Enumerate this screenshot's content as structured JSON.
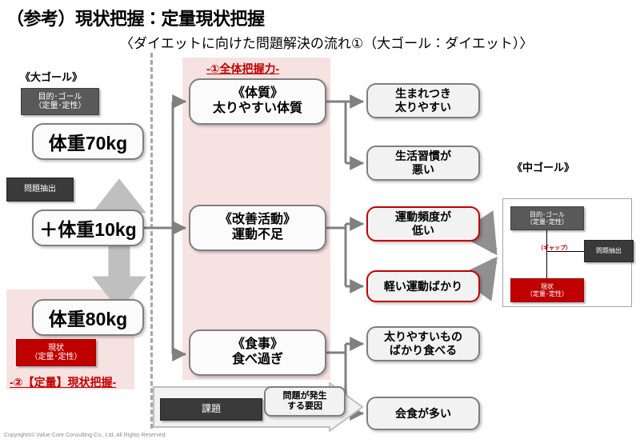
{
  "header": {
    "title": "（参考）現状把握：定量現状把握",
    "subtitle": "〈ダイエットに向けた問題解決の流れ①（大ゴール：ダイエット）〉"
  },
  "captions": {
    "big_goal": "《大ゴール》",
    "mid_goal": "《中ゴール》",
    "overall_grasp": "-①全体把握力-",
    "quant_grasp": "-②【定量】現状把握-"
  },
  "left_column": {
    "goal_chip": {
      "line1": "目的･ゴール",
      "line2": "（定量･定性）"
    },
    "goal_value": "体重70kg",
    "issue_chip": "問題抽出",
    "gap_value": "＋体重10kg",
    "current_value": "体重80kg",
    "current_chip": {
      "line1": "現状",
      "line2": "（定量･定性）"
    }
  },
  "causes": [
    {
      "id": "taishitsu",
      "line1": "《体質》",
      "line2": "太りやすい体質"
    },
    {
      "id": "kaizen",
      "line1": "《改善活動》",
      "line2": "運動不足"
    },
    {
      "id": "shokuji",
      "line1": "《食事》",
      "line2": "食べ過ぎ"
    }
  ],
  "leaves": [
    {
      "id": "born",
      "line1": "生まれつき",
      "line2": "太りやすい",
      "highlight": false
    },
    {
      "id": "habit",
      "line1": "生活習慣が",
      "line2": "悪い",
      "highlight": false
    },
    {
      "id": "freq",
      "line1": "運動頻度が",
      "line2": "低い",
      "highlight": true
    },
    {
      "id": "light",
      "line1": "軽い運動ばかり",
      "line2": "",
      "highlight": true
    },
    {
      "id": "fatfood",
      "line1": "太りやすいもの",
      "line2": "ばかり食べる",
      "highlight": false
    },
    {
      "id": "dining",
      "line1": "会食が多い",
      "line2": "",
      "highlight": false
    }
  ],
  "mid_goal_panel": {
    "goal_chip": {
      "line1": "目的･ゴール",
      "line2": "（定量･定性）"
    },
    "issue_chip": "問題抽出",
    "gap_label": "（ギャップ）",
    "current_chip": {
      "line1": "現状",
      "line2": "（定量･定性）"
    }
  },
  "bottom": {
    "task_chip": "課題",
    "bubble": {
      "line1": "問題が発生",
      "line2": "する要因"
    }
  },
  "footer": "Copyrights© Value Core Consulting Co., Ltd.  All Rights Reserved.",
  "colors": {
    "accent_red": "#C00000",
    "pink_band": "#F7E2E2",
    "chip_grey": "#595959",
    "chip_dark": "#3A3A3A",
    "connector_grey": "#808080",
    "divider_grey": "#A6A6A6"
  }
}
